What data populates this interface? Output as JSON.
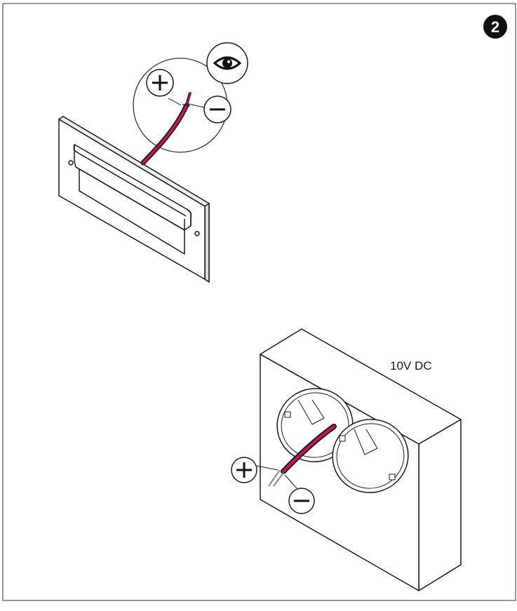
{
  "step": {
    "number": "2"
  },
  "voltage_label": "10V DC",
  "polarity": {
    "positive": "+",
    "negative": "−"
  },
  "icons": [
    "step-number-badge",
    "eye-icon",
    "plus-icon",
    "minus-icon"
  ],
  "colors": {
    "line": "#1a1a1a",
    "wire_positive": "#c2185b",
    "wire_negative": "#1a1a1a",
    "badge": "#111111"
  }
}
